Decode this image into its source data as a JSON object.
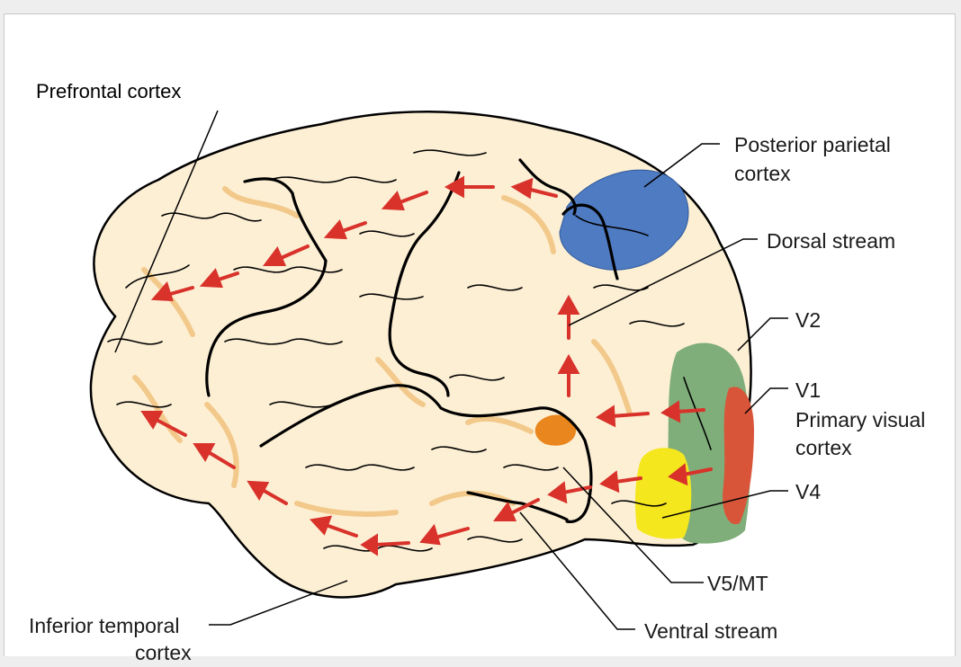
{
  "labels": {
    "prefrontal": "Prefrontal cortex",
    "posterior_parietal_1": "Posterior parietal",
    "posterior_parietal_2": "cortex",
    "dorsal_stream": "Dorsal stream",
    "v2": "V2",
    "v1": "V1",
    "primary_visual_1": "Primary visual",
    "primary_visual_2": "cortex",
    "v4": "V4",
    "v5_mt": "V5/MT",
    "ventral_stream": "Ventral stream",
    "inferior_temporal_1": "Inferior temporal",
    "inferior_temporal_2": "cortex"
  },
  "colors": {
    "brain_fill": "#fdefd4",
    "sulcus_highlight": "#f2c98a",
    "outline": "#000000",
    "parietal": "#4f7bc2",
    "v2": "#7fae7a",
    "v1": "#d9553a",
    "v4": "#f5e71e",
    "v5": "#e9871e",
    "arrow": "#d8322b"
  }
}
